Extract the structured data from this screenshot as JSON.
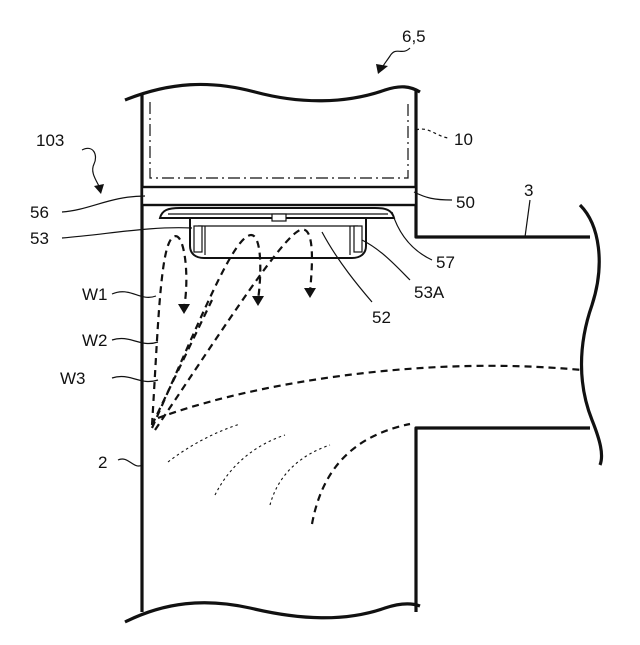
{
  "labels": {
    "top_ref": "6,5",
    "ref_103": "103",
    "ref_10": "10",
    "ref_56": "56",
    "ref_50": "50",
    "ref_3": "3",
    "ref_53": "53",
    "ref_57": "57",
    "ref_W1": "W1",
    "ref_53A": "53A",
    "ref_52": "52",
    "ref_W2": "W2",
    "ref_W3": "W3",
    "ref_2": "2"
  }
}
